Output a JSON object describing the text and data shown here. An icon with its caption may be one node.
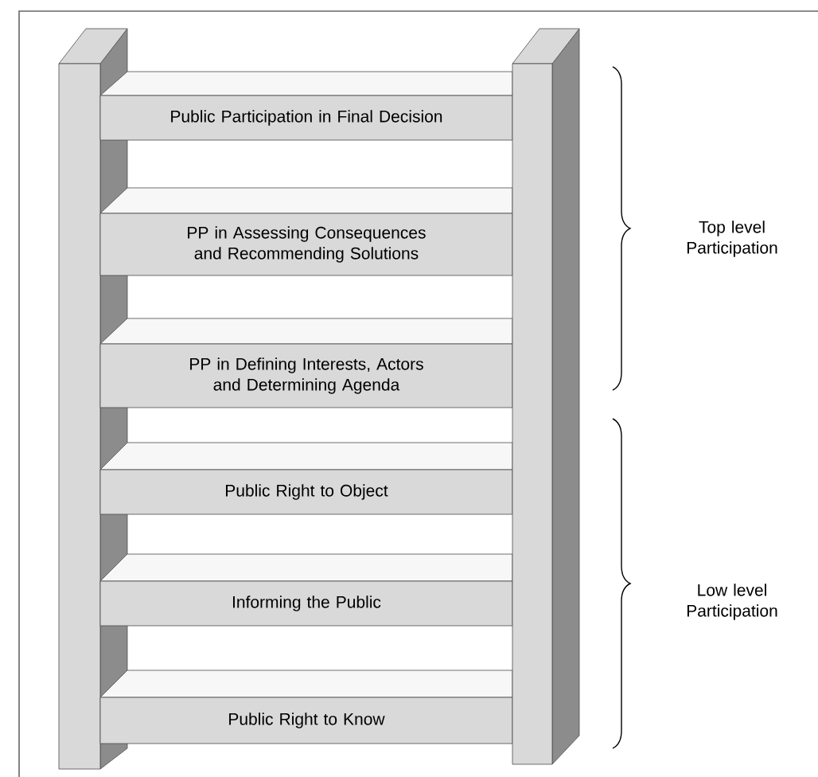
{
  "diagram": {
    "nodes": [
      {
        "text": [
          "Public Participation in Final Decision"
        ]
      },
      {
        "text": [
          "PP in Assessing Consequences and Recommending Solutions"
        ]
      },
      {
        "text": [
          "PP in Defining Interests, Actors and Determining Agenda"
        ]
      },
      {
        "text": [
          "Public Right to Object"
        ]
      },
      {
        "text": [
          "Informing the Public"
        ]
      },
      {
        "text": [
          "Public Right to Know"
        ]
      }
    ],
    "labels": [
      "Top level Participation",
      "Low level Participation"
    ]
  }
}
